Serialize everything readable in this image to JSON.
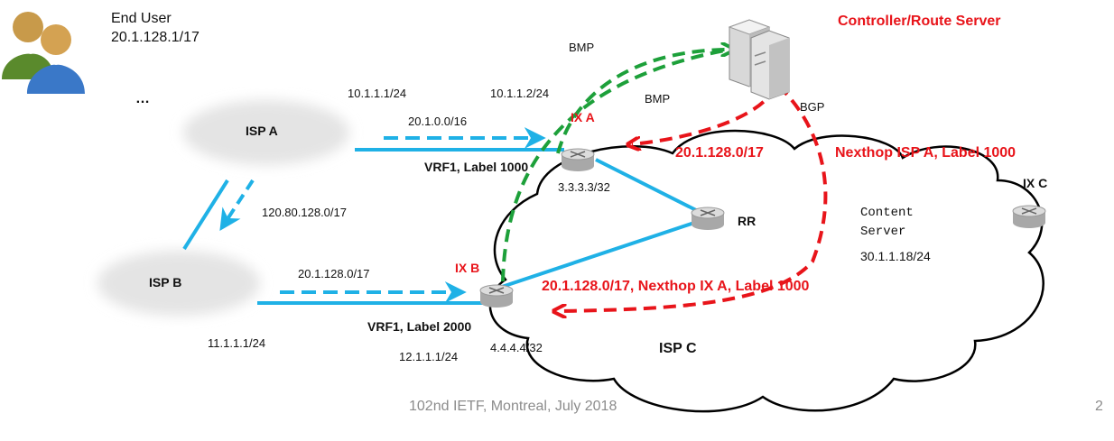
{
  "end_user": {
    "title": "End User",
    "address": "20.1.128.1/17",
    "ellipsis": "…"
  },
  "controller": {
    "title": "Controller/Route Server"
  },
  "isp_a": {
    "name": "ISP A",
    "address": "10.1.1.1/24",
    "prefix": "20.1.0.0/16"
  },
  "isp_b": {
    "name": "ISP B",
    "address": "11.1.1.1/24",
    "prefix": "20.1.128.0/17",
    "link_prefix": "120.80.128.0/17"
  },
  "isp_c": {
    "name": "ISP C"
  },
  "ix_a": {
    "name": "IX A",
    "peer_address": "10.1.1.2/24",
    "loopback": "3.3.3.3/32",
    "vrf": "VRF1, Label  1000"
  },
  "ix_b": {
    "name": "IX B",
    "peer_address": "12.1.1.1/24",
    "loopback": "4.4.4.4/32",
    "vrf": "VRF1, Label  2000"
  },
  "ix_c": {
    "name": "IX C"
  },
  "rr": {
    "name": "RR"
  },
  "protocols": {
    "bmp": "BMP",
    "bgp": "BGP"
  },
  "routes": {
    "ix_a_prefix": "20.1.128.0/17",
    "ix_a_nexthop": "Nexthop ISP A, Label 1000",
    "ix_b_route": "20.1.128.0/17,   Nexthop IX A, Label 1000"
  },
  "content_server": {
    "line1": "Content",
    "line2": "Server",
    "address": "30.1.1.18/24"
  },
  "footer": {
    "text": "102nd IETF, Montreal, July 2018",
    "page": "2"
  },
  "colors": {
    "cyan": "#1fb1e6",
    "green": "#1da03a",
    "red": "#e8141a",
    "cloud": "#e6e6e6"
  }
}
